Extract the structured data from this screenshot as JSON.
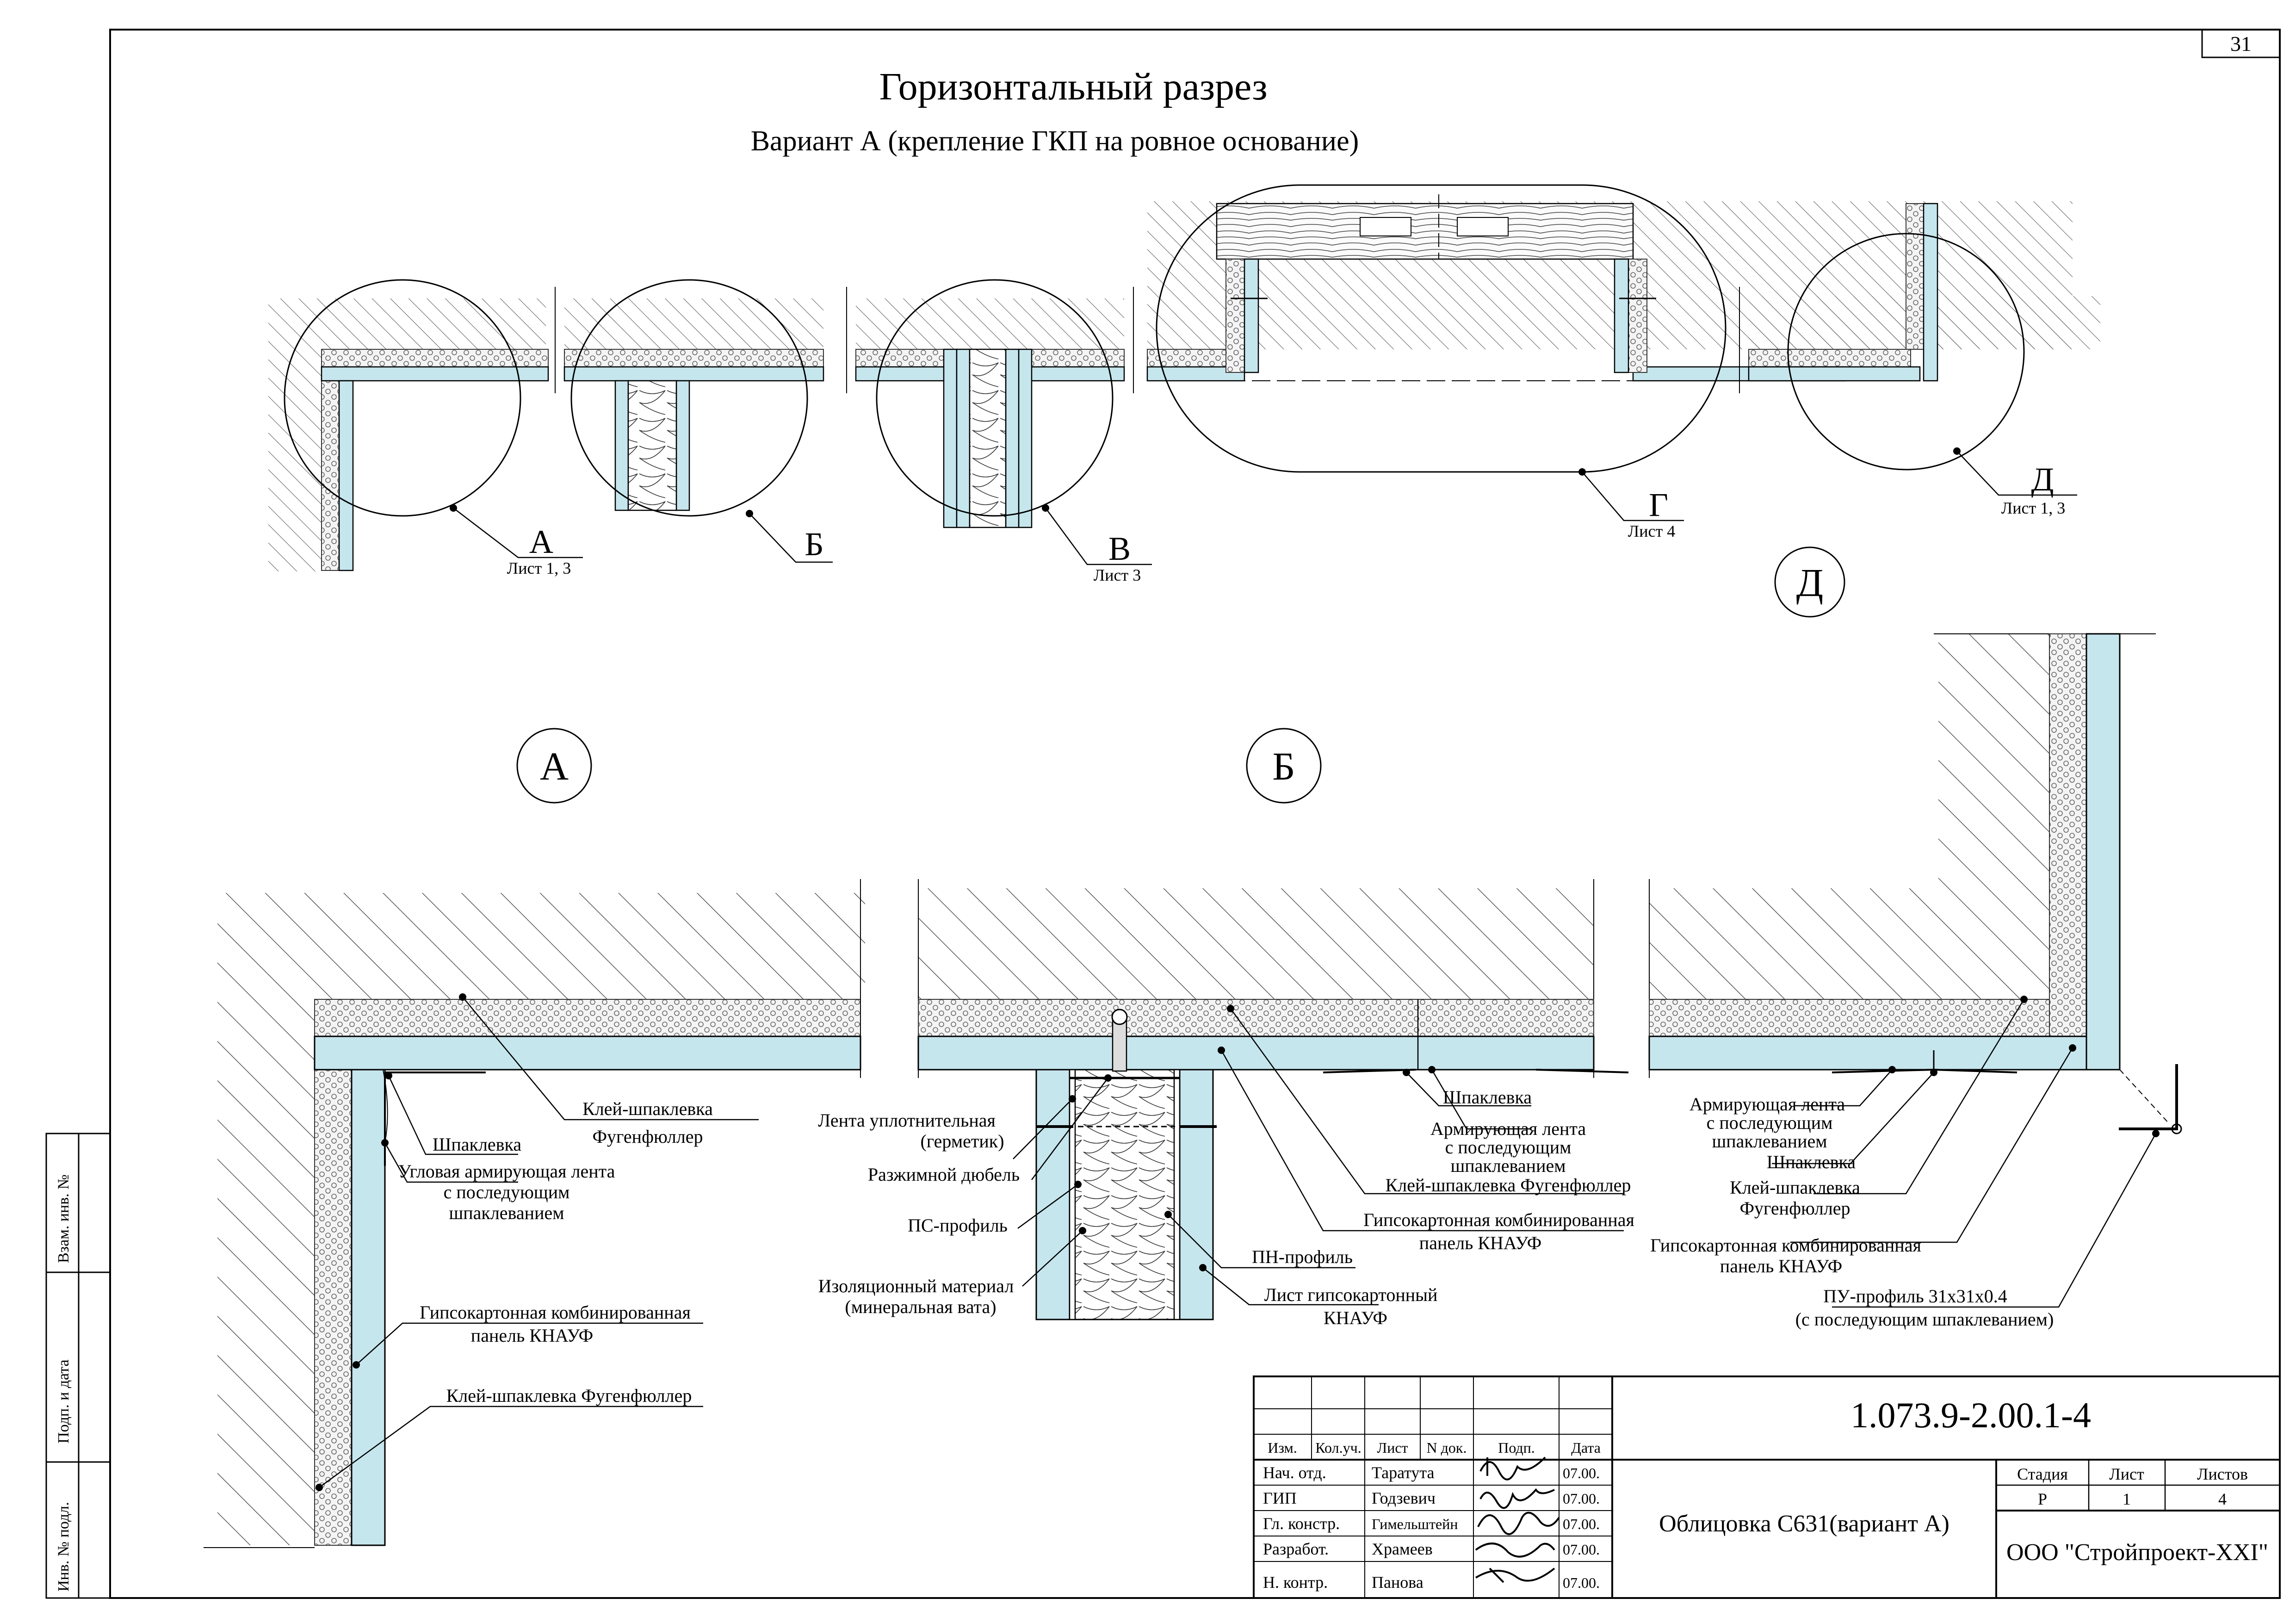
{
  "page": {
    "sheet_number": "31",
    "title": "Горизонтальный разрез",
    "subtitle": "Вариант А (крепление ГКП на ровное основание)"
  },
  "overview_callouts": [
    {
      "letter": "А",
      "ref": "Лист 1, 3"
    },
    {
      "letter": "Б",
      "ref": ""
    },
    {
      "letter": "В",
      "ref": "Лист 3"
    },
    {
      "letter": "Г",
      "ref": "Лист 4"
    },
    {
      "letter": "Д",
      "ref": "Лист 1, 3"
    }
  ],
  "detail_markers": {
    "a": "А",
    "b": "Б",
    "d": "Д"
  },
  "detail_a": {
    "labels": [
      "Клей-шпаклевка",
      "Фугенфюллер",
      "Шпаклевка",
      "Угловая армирующая лента",
      "с последующим",
      "шпаклеванием",
      "Гипсокартонная комбинированная",
      "панель  КНАУФ",
      "Клей-шпаклевка Фугенфюллер"
    ]
  },
  "detail_b": {
    "labels": [
      "Лента уплотнительная",
      "(герметик)",
      "Разжимной дюбель",
      "ПС-профиль",
      "Изоляционный материал",
      "(минеральная вата)",
      "Шпаклевка",
      "Армирующая лента",
      "с последующим",
      "шпаклеванием",
      "Клей-шпаклевка Фугенфюллер",
      "Гипсокартонная комбинированная",
      "панель  КНАУФ",
      "ПН-профиль",
      "Лист гипсокартонный",
      "КНАУФ"
    ]
  },
  "detail_d": {
    "labels": [
      "Армирующая лента",
      "с последующим",
      "шпаклеванием",
      "Шпаклевка",
      "Клей-шпаклевка",
      "Фугенфюллер",
      "Гипсокартонная комбинированная",
      "панель  КНАУФ",
      "ПУ-профиль 31х31х0.4",
      "(с последующим шпаклеванием)"
    ]
  },
  "side_stamp": [
    "Взам. инв. №",
    "Подп. и дата",
    "Инв. № подл."
  ],
  "title_block": {
    "code": "1.073.9-2.00.1-4",
    "headers": [
      "Изм.",
      "Кол.уч.",
      "Лист",
      "N док.",
      "Подп.",
      "Дата"
    ],
    "rows": [
      {
        "role": "Нач. отд.",
        "name": "Таратута",
        "date": "07.00."
      },
      {
        "role": "ГИП",
        "name": "Годзевич",
        "date": "07.00."
      },
      {
        "role": "Гл. констр.",
        "name": "Гимельштейн",
        "date": "07.00."
      },
      {
        "role": "Разработ.",
        "name": "Храмеев",
        "date": "07.00."
      },
      {
        "role": "Н. контр.",
        "name": "Панова",
        "date": "07.00."
      }
    ],
    "sheet_name": "Облицовка С631(вариант А)",
    "stage_headers": [
      "Стадия",
      "Лист",
      "Листов"
    ],
    "stage_values": [
      "Р",
      "1",
      "4"
    ],
    "organization": "ООО \"Стройпроект-XXI\""
  },
  "colors": {
    "panel": "#c6e6ee",
    "line": "#000000",
    "background": "#ffffff"
  }
}
